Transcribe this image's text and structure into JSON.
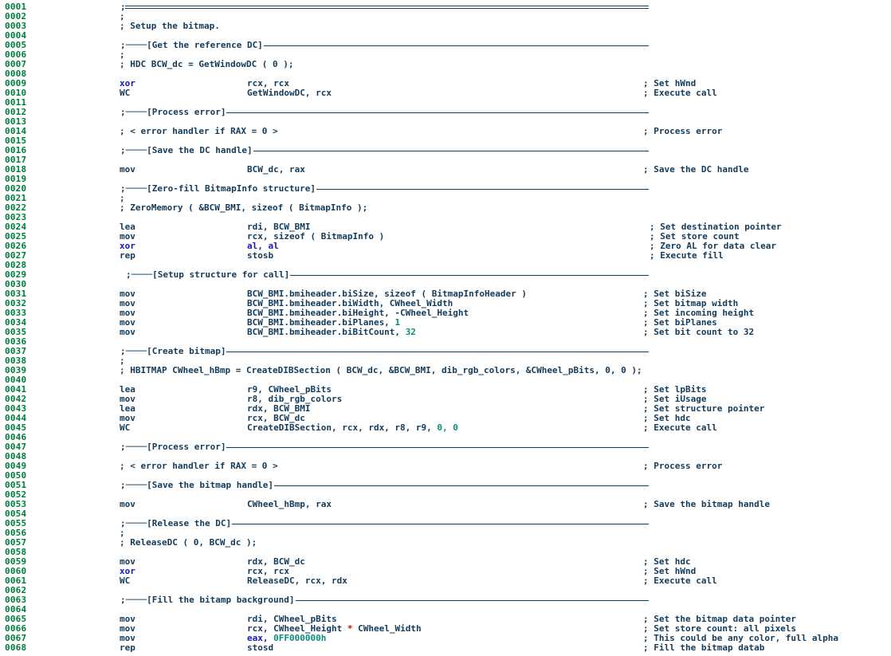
{
  "editor": {
    "lines": [
      {
        "n": "0001",
        "type": "banner",
        "text": ";"
      },
      {
        "n": "0002",
        "type": "comment",
        "text": ";"
      },
      {
        "n": "0003",
        "type": "comment",
        "text": "; Setup the bitmap."
      },
      {
        "n": "0004",
        "type": "blank"
      },
      {
        "n": "0005",
        "type": "section",
        "text": ";────[Get the reference DC]"
      },
      {
        "n": "0006",
        "type": "comment",
        "text": ";"
      },
      {
        "n": "0007",
        "type": "comment",
        "text": "; HDC BCW_dc = GetWindowDC ( 0 );"
      },
      {
        "n": "0008",
        "type": "blank"
      },
      {
        "n": "0009",
        "type": "instr",
        "op": "xor",
        "kw": true,
        "args": "rcx, rcx",
        "comment": "; Set hWnd"
      },
      {
        "n": "0010",
        "type": "instr",
        "op": "WC",
        "args": "GetWindowDC, rcx",
        "comment": "; Execute call"
      },
      {
        "n": "0011",
        "type": "blank"
      },
      {
        "n": "0012",
        "type": "section",
        "text": ";────[Process error]"
      },
      {
        "n": "0013",
        "type": "blank"
      },
      {
        "n": "0014",
        "type": "instr",
        "op": "; < error handler if RAX = 0 >",
        "args": "",
        "comment": "; Process error"
      },
      {
        "n": "0015",
        "type": "blank"
      },
      {
        "n": "0016",
        "type": "section",
        "text": ";────[Save the DC handle]"
      },
      {
        "n": "0017",
        "type": "blank"
      },
      {
        "n": "0018",
        "type": "instr",
        "op": "mov",
        "args": "BCW_dc, rax",
        "comment": "; Save the DC handle"
      },
      {
        "n": "0019",
        "type": "blank"
      },
      {
        "n": "0020",
        "type": "section",
        "text": ";────[Zero-fill BitmapInfo structure]"
      },
      {
        "n": "0021",
        "type": "comment",
        "text": ";"
      },
      {
        "n": "0022",
        "type": "comment",
        "text": "; ZeroMemory ( &BCW_BMI, sizeof ( BitmapInfo );"
      },
      {
        "n": "0023",
        "type": "blank"
      },
      {
        "n": "0024",
        "type": "instr",
        "op": "lea",
        "args": "rdi, BCW_BMI",
        "comment": "; Set destination pointer",
        "shift": true
      },
      {
        "n": "0025",
        "type": "instr",
        "op": "mov",
        "args": "rcx, sizeof ( BitmapInfo )",
        "comment": "; Set store count",
        "shift": true
      },
      {
        "n": "0026",
        "type": "instr",
        "op": "xor",
        "kw": true,
        "args": "al, al",
        "argsBlue": true,
        "comment": "; Zero AL for data clear",
        "shift": true
      },
      {
        "n": "0027",
        "type": "instr",
        "op": "rep",
        "args": "stosb",
        "comment": "; Execute fill",
        "shift": true
      },
      {
        "n": "0028",
        "type": "blank"
      },
      {
        "n": "0029",
        "type": "section",
        "indent": true,
        "text": ";────[Setup structure for call]"
      },
      {
        "n": "0030",
        "type": "blank"
      },
      {
        "n": "0031",
        "type": "instr",
        "op": "mov",
        "args": "BCW_BMI.bmiheader.biSize, sizeof ( BitmapInfoHeader )",
        "comment": "; Set biSize"
      },
      {
        "n": "0032",
        "type": "instr",
        "op": "mov",
        "args": "BCW_BMI.bmiheader.biWidth, CWheel_Width",
        "comment": "; Set bitmap width"
      },
      {
        "n": "0033",
        "type": "instr",
        "op": "mov",
        "args": "BCW_BMI.bmiheader.biHeight, -CWheel_Height",
        "comment": "; Set incoming height"
      },
      {
        "n": "0034",
        "type": "instr",
        "op": "mov",
        "args": "BCW_BMI.bmiheader.biPlanes, ",
        "argNum": "1",
        "comment": "; Set biPlanes"
      },
      {
        "n": "0035",
        "type": "instr",
        "op": "mov",
        "args": "BCW_BMI.bmiheader.biBitCount, ",
        "argNum": "32",
        "comment": "; Set bit count to 32"
      },
      {
        "n": "0036",
        "type": "blank"
      },
      {
        "n": "0037",
        "type": "section",
        "text": ";────[Create bitmap]"
      },
      {
        "n": "0038",
        "type": "comment",
        "text": ";"
      },
      {
        "n": "0039",
        "type": "comment",
        "text": "; HBITMAP CWheel_hBmp = CreateDIBSection ( BCW_dc, &BCW_BMI, dib_rgb_colors, &CWheel_pBits, 0, 0 );"
      },
      {
        "n": "0040",
        "type": "blank"
      },
      {
        "n": "0041",
        "type": "instr",
        "op": "lea",
        "args": "r9, CWheel_pBits",
        "comment": "; Set lpBits"
      },
      {
        "n": "0042",
        "type": "instr",
        "op": "mov",
        "args": "r8, dib_rgb_colors",
        "comment": "; Set iUsage"
      },
      {
        "n": "0043",
        "type": "instr",
        "op": "lea",
        "args": "rdx, BCW_BMI",
        "comment": "; Set structure pointer"
      },
      {
        "n": "0044",
        "type": "instr",
        "op": "mov",
        "args": "rcx, BCW_dc",
        "comment": "; Set hdc"
      },
      {
        "n": "0045",
        "type": "instr",
        "op": "WC",
        "args": "CreateDIBSection, rcx, rdx, r8, r9, ",
        "argNum": "0, 0",
        "comment": "; Execute call"
      },
      {
        "n": "0046",
        "type": "blank"
      },
      {
        "n": "0047",
        "type": "section",
        "text": ";────[Process error]"
      },
      {
        "n": "0048",
        "type": "blank"
      },
      {
        "n": "0049",
        "type": "instr",
        "op": "; < error handler if RAX = 0 >",
        "args": "",
        "comment": "; Process error"
      },
      {
        "n": "0050",
        "type": "blank"
      },
      {
        "n": "0051",
        "type": "section",
        "text": ";────[Save the bitmap handle]"
      },
      {
        "n": "0052",
        "type": "blank"
      },
      {
        "n": "0053",
        "type": "instr",
        "op": "mov",
        "args": "CWheel_hBmp, rax",
        "comment": "; Save the bitmap handle"
      },
      {
        "n": "0054",
        "type": "blank"
      },
      {
        "n": "0055",
        "type": "section",
        "text": ";────[Release the DC]"
      },
      {
        "n": "0056",
        "type": "comment",
        "text": ";"
      },
      {
        "n": "0057",
        "type": "comment",
        "text": "; ReleaseDC ( 0, BCW_dc );"
      },
      {
        "n": "0058",
        "type": "blank"
      },
      {
        "n": "0059",
        "type": "instr",
        "op": "mov",
        "args": "rdx, BCW_dc",
        "comment": "; Set hdc"
      },
      {
        "n": "0060",
        "type": "instr",
        "op": "xor",
        "kw": true,
        "args": "rcx, rcx",
        "comment": "; Set hWnd"
      },
      {
        "n": "0061",
        "type": "instr",
        "op": "WC",
        "args": "ReleaseDC, rcx, rdx",
        "comment": "; Execute call"
      },
      {
        "n": "0062",
        "type": "blank"
      },
      {
        "n": "0063",
        "type": "section",
        "text": ";────[Fill the bitamp background]"
      },
      {
        "n": "0064",
        "type": "blank"
      },
      {
        "n": "0065",
        "type": "instr",
        "op": "mov",
        "args": "rdi, CWheel_pBits",
        "comment": "; Set the bitmap data pointer"
      },
      {
        "n": "0066",
        "type": "instr",
        "op": "mov",
        "args": "rcx, CWheel_Height ",
        "argStar": "*",
        "argTail": " CWheel_Width",
        "comment": "; Set store count: all pixels"
      },
      {
        "n": "0067",
        "type": "instr",
        "op": "mov",
        "args": "eax, ",
        "argsBlue": true,
        "argNum": "0FF000000h",
        "comment": "; This could be any color, full alpha"
      },
      {
        "n": "0068",
        "type": "instr",
        "op": "rep",
        "args": "stosd",
        "comment": "; Fill the bitmap datab"
      }
    ]
  },
  "colors": {
    "line_number": "#007a3d",
    "text": "#123a5a",
    "keyword": "#1515c8",
    "number": "#0a8c7a",
    "operator": "#c01010",
    "background": "#ffffff"
  }
}
